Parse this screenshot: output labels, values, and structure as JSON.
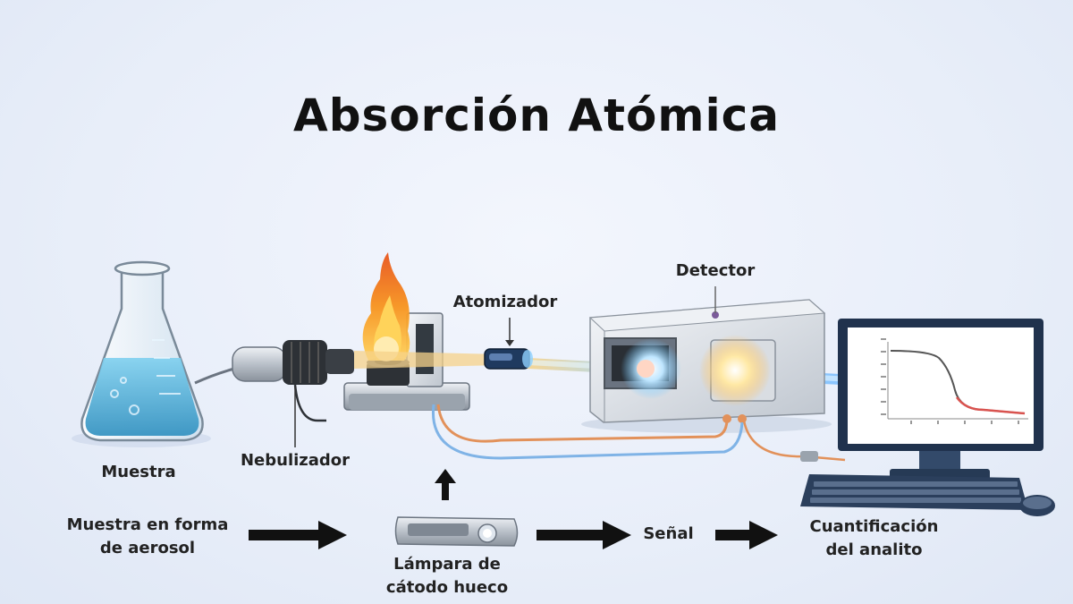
{
  "title": "Absorción Atómica",
  "labels": {
    "muestra": "Muestra",
    "nebulizador": "Nebulizador",
    "atomizador": "Atomizador",
    "detector": "Detector",
    "lampara_l1": "Lámpara de",
    "lampara_l2": "cátodo hueco",
    "aerosol_l1": "Muestra en forma",
    "aerosol_l2": "de aerosol",
    "senal": "Señal",
    "cuant_l1": "Cuantificación",
    "cuant_l2": "del analito"
  },
  "colors": {
    "liquid": "#4fb3d9",
    "flame": "#f7931e",
    "beam": "#6ec6ff",
    "cable_orange": "#e2915a",
    "cable_blue": "#7fb3e6",
    "arrow": "#111111"
  },
  "monitor_chart": {
    "curve_color_start": "#555555",
    "curve_color_end": "#d9534f"
  }
}
